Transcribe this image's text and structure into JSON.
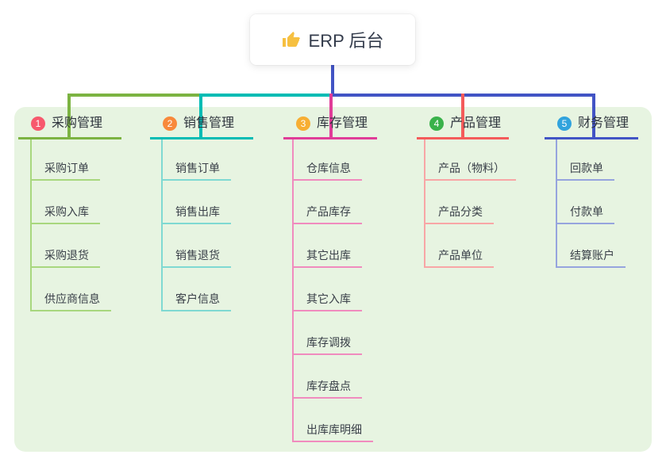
{
  "root": {
    "label": "ERP 后台",
    "icon": "thumbs-up-icon",
    "connector_color": "#4254C5",
    "card_background": "#FFFFFF",
    "text_color": "#333B4B",
    "icon_color": "#F6C041"
  },
  "panel": {
    "background": "#E7F4E1"
  },
  "branches": [
    {
      "index": "1",
      "label": "采购管理",
      "badge_color": "#F7596D",
      "line_color": "#7CB342",
      "child_line_color": "#A8D77E",
      "children": [
        "采购订单",
        "采购入库",
        "采购退货",
        "供应商信息"
      ]
    },
    {
      "index": "2",
      "label": "销售管理",
      "badge_color": "#F8893B",
      "line_color": "#00BCB4",
      "child_line_color": "#7FD9D2",
      "children": [
        "销售订单",
        "销售出库",
        "销售退货",
        "客户信息"
      ]
    },
    {
      "index": "3",
      "label": "库存管理",
      "badge_color": "#F7AE33",
      "line_color": "#E03C98",
      "child_line_color": "#F08BBE",
      "children": [
        "仓库信息",
        "产品库存",
        "其它出库",
        "其它入库",
        "库存调拨",
        "库存盘点",
        "出库库明细"
      ]
    },
    {
      "index": "4",
      "label": "产品管理",
      "badge_color": "#39B24A",
      "line_color": "#F45B5B",
      "child_line_color": "#F8A6A6",
      "children": [
        "产品（物料）",
        "产品分类",
        "产品单位"
      ]
    },
    {
      "index": "5",
      "label": "财务管理",
      "badge_color": "#31A3DD",
      "line_color": "#4254C5",
      "child_line_color": "#96A4DE",
      "children": [
        "回款单",
        "付款单",
        "结算账户"
      ]
    }
  ]
}
